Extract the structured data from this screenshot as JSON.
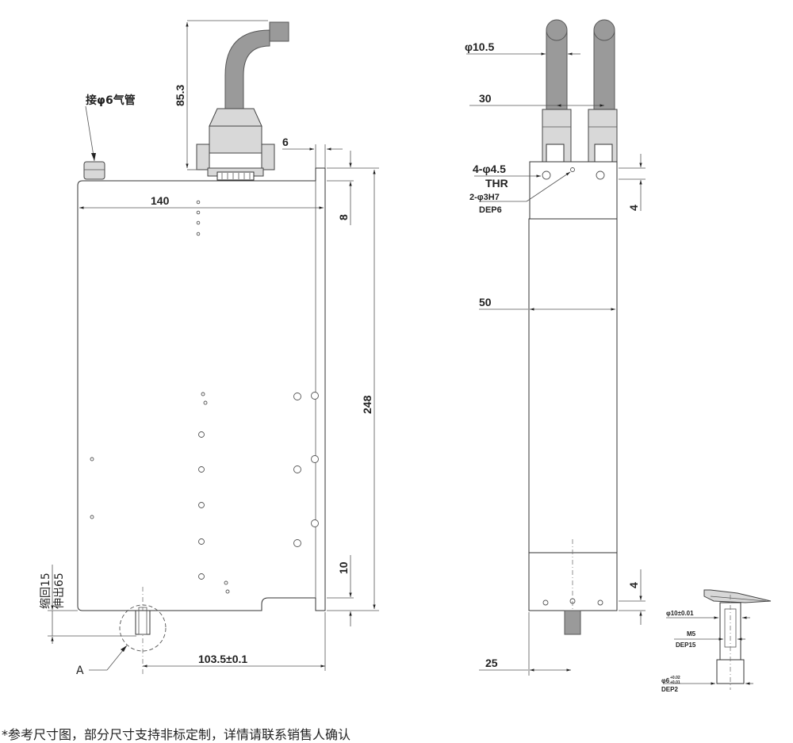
{
  "labels": {
    "air_fitting": "接φ6气管",
    "retract_stroke": "缩回15",
    "extend_stroke": "伸出65",
    "detail_marker": "A"
  },
  "front_view_dims": {
    "cable_height": "85.3",
    "width": "140",
    "step_width": "6",
    "top_offset": "8",
    "height": "248",
    "bottom_offset": "10",
    "rod_offset": "103.5±0.1"
  },
  "side_view_dims": {
    "tube_diameter": "φ10.5",
    "tube_spacing": "30",
    "mount_holes": "4-φ4.5",
    "mount_holes_type": "THR",
    "pin_holes": "2-φ3H7",
    "pin_holes_depth": "DEP6",
    "top_offset": "4",
    "body_width": "50",
    "bottom_offset": "4",
    "rod_offset": "25"
  },
  "detail_dims": {
    "rod_diameter": "φ10±0.01",
    "thread": "M5",
    "thread_depth": "DEP15",
    "pin_diameter": "φ6",
    "pin_tol_upper": "+0.02",
    "pin_tol_lower": "+0.01",
    "pin_depth": "DEP2"
  },
  "footnote": "*参考尺寸图，部分尺寸支持非标定制，详情请联系销售人确认"
}
